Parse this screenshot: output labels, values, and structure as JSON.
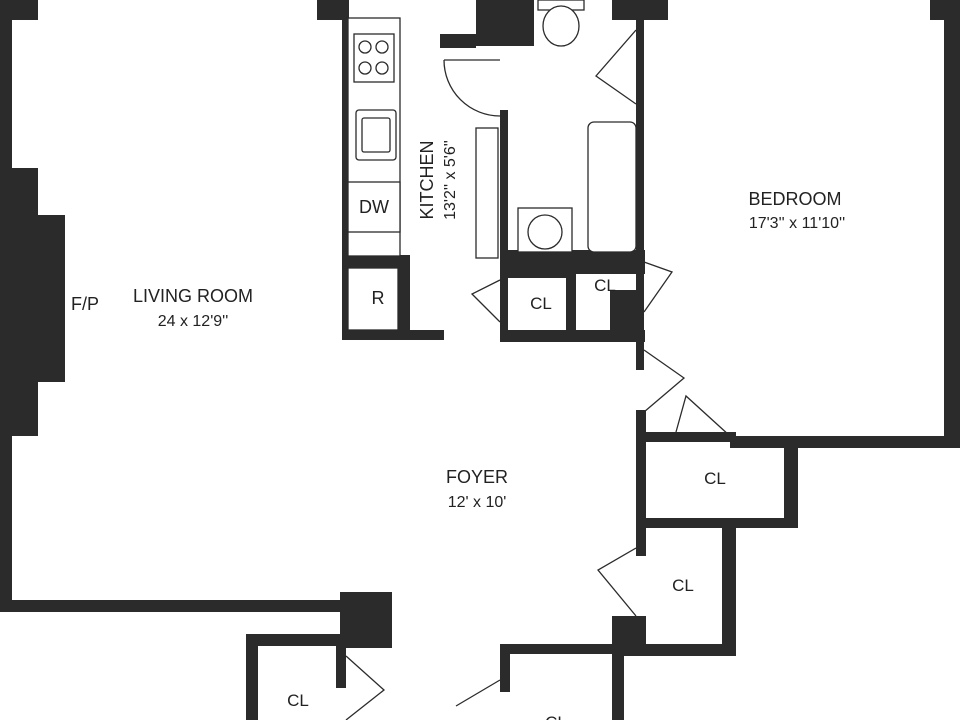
{
  "floorplan": {
    "colors": {
      "wall": "#2b2b2b",
      "background": "#ffffff"
    },
    "rooms": {
      "living_room": {
        "name": "LIVING ROOM",
        "dims": "24 x 12'9''"
      },
      "kitchen": {
        "name": "KITCHEN",
        "dims": "13'2'' x 5'6''"
      },
      "bedroom": {
        "name": "BEDROOM",
        "dims": "17'3'' x 11'10''"
      },
      "foyer": {
        "name": "FOYER",
        "dims": "12' x 10'"
      }
    },
    "fireplace_label": "F/P",
    "appliances": {
      "dishwasher": "DW",
      "refrigerator": "R"
    },
    "closets": {
      "bath_closet_left": "CL",
      "bath_closet_right": "CL",
      "foyer_closet_upper": "CL",
      "foyer_closet_lower": "CL",
      "bottom_left_closet": "CL",
      "bottom_center_closet": "CL"
    }
  }
}
